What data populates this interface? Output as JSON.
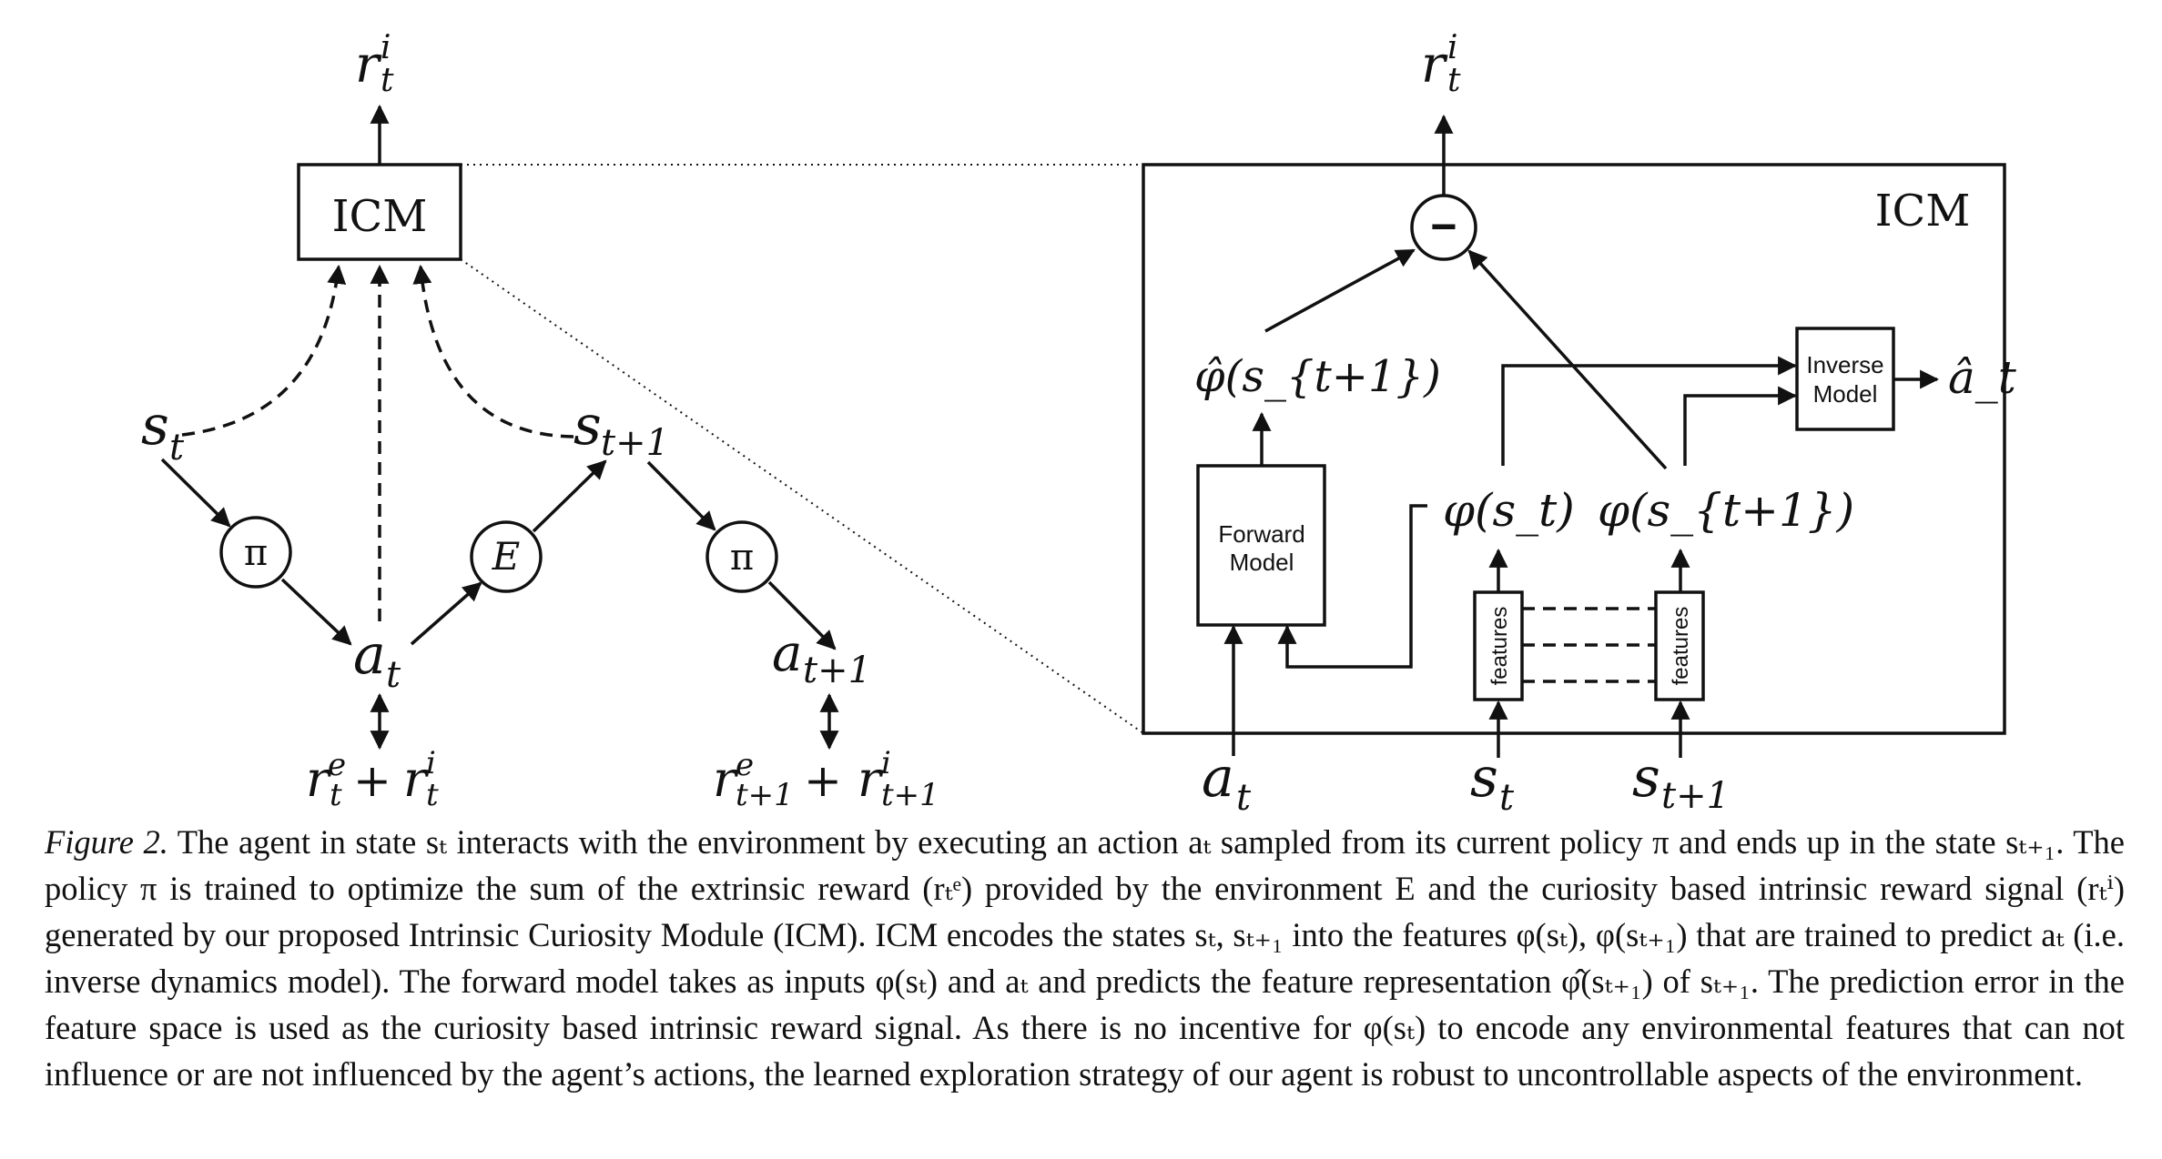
{
  "left_diagram": {
    "r_t_i": "r^i_t",
    "icm_label": "ICM",
    "s_t": "s_t",
    "s_t1": "s_{t+1}",
    "pi_label": "π",
    "env_label": "E",
    "a_t": "a_t",
    "a_t1": "a_{t+1}",
    "reward_t": "r^e_t + r^i_t",
    "reward_t1": "r^e_{t+1} + r^i_{t+1}"
  },
  "right_diagram": {
    "r_t_i": "r^i_t",
    "icm_label": "ICM",
    "minus_symbol": "−",
    "phi_hat": "φ̂(s_{t+1})",
    "inverse_model_line1": "Inverse",
    "inverse_model_line2": "Model",
    "a_hat": "â_t",
    "forward_model_line1": "Forward",
    "forward_model_line2": "Model",
    "phi_st": "φ(s_t)",
    "phi_st1": "φ(s_{t+1})",
    "features_label": "features",
    "a_t": "a_t",
    "s_t": "s_t",
    "s_t1": "s_{t+1}"
  },
  "caption": {
    "label": "Figure 2.",
    "text": "The agent in state sₜ interacts with the environment by executing an action aₜ sampled from its current policy π and ends up in the state sₜ₊₁. The policy π is trained to optimize the sum of the extrinsic reward (rₜᵉ) provided by the environment E and the curiosity based intrinsic reward signal (rₜⁱ) generated by our proposed Intrinsic Curiosity Module (ICM). ICM encodes the states sₜ, sₜ₊₁ into the features φ(sₜ), φ(sₜ₊₁) that are trained to predict aₜ (i.e. inverse dynamics model). The forward model takes as inputs φ(sₜ) and aₜ and predicts the feature representation φ̂(sₜ₊₁) of sₜ₊₁. The prediction error in the feature space is used as the curiosity based intrinsic reward signal. As there is no incentive for φ(sₜ) to encode any environmental features that can not influence or are not influenced by the agent’s actions, the learned exploration strategy of our agent is robust to uncontrollable aspects of the environment."
  },
  "colors": {
    "ink": "#111111",
    "background": "#ffffff"
  }
}
